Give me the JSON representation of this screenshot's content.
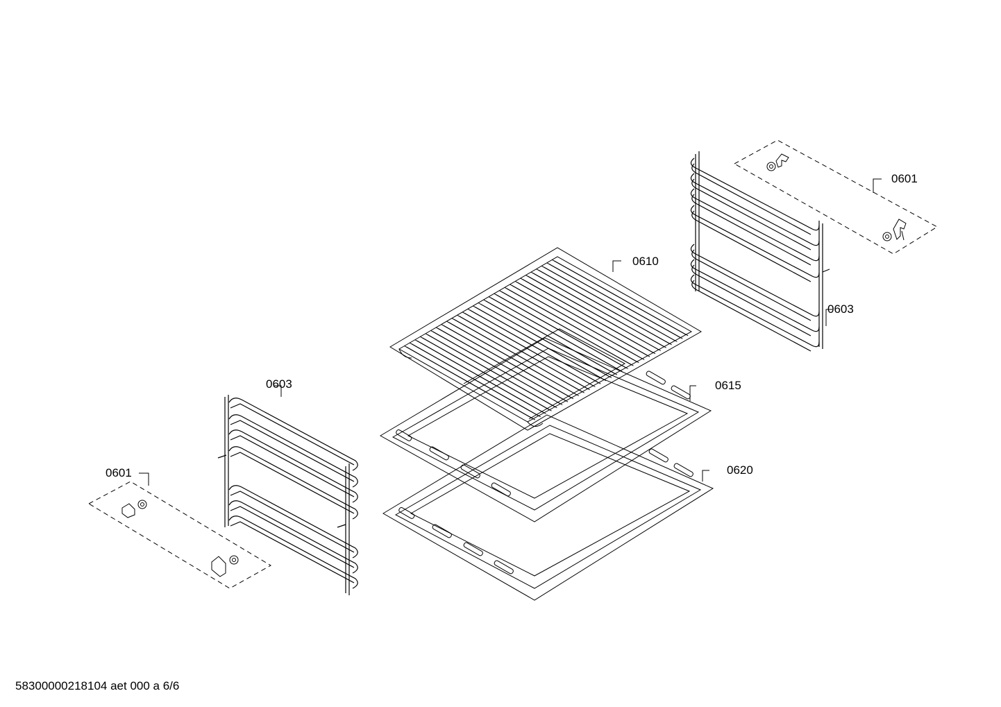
{
  "callouts": {
    "c0601_right": "0601",
    "c0610": "0610",
    "c0603_right": "0603",
    "c0603_left": "0603",
    "c0615": "0615",
    "c0601_left": "0601",
    "c0620": "0620"
  },
  "footer": {
    "document_code": "58300000218104 aet 000 a 6/6"
  }
}
